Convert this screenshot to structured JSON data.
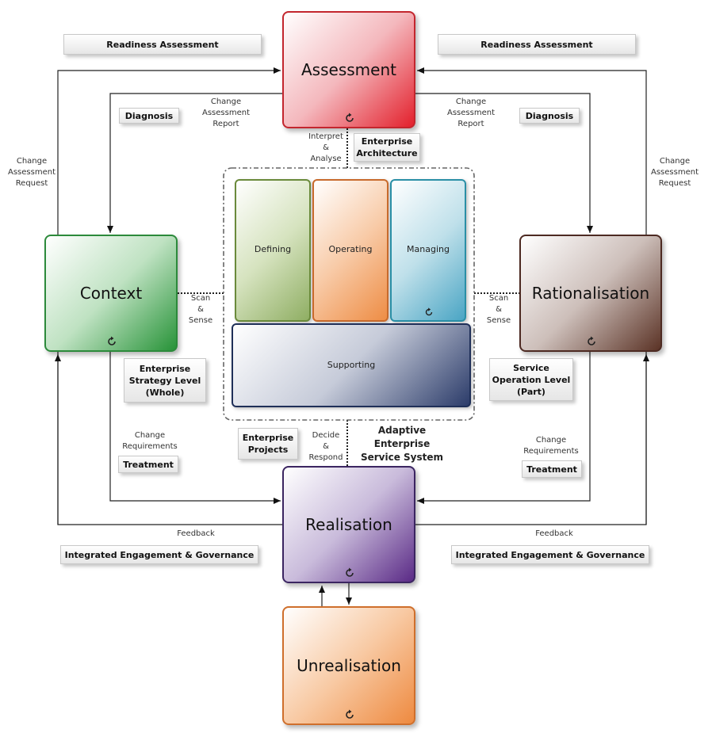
{
  "nodes": {
    "assessment": "Assessment",
    "context": "Context",
    "rationalisation": "Rationalisation",
    "realisation": "Realisation",
    "unrealisation": "Unrealisation"
  },
  "system": {
    "defining": "Defining",
    "operating": "Operating",
    "managing": "Managing",
    "supporting": "Supporting",
    "label_line1": "Adaptive Enterprise",
    "label_line2": "Service System"
  },
  "tags": {
    "readiness_left": "Readiness Assessment",
    "readiness_right": "Readiness Assessment",
    "diagnosis_left": "Diagnosis",
    "diagnosis_right": "Diagnosis",
    "ea_line1": "Enterprise",
    "ea_line2": "Architecture",
    "strategy_line1": "Enterprise",
    "strategy_line2": "Strategy Level",
    "strategy_line3": "(Whole)",
    "service_line1": "Service",
    "service_line2": "Operation Level",
    "service_line3": "(Part)",
    "projects_line1": "Enterprise",
    "projects_line2": "Projects",
    "treatment_left": "Treatment",
    "treatment_right": "Treatment",
    "engagement_left": "Integrated Engagement & Governance",
    "engagement_right": "Integrated Engagement & Governance"
  },
  "notes": {
    "car_left": [
      "Change",
      "Assessment",
      "Report"
    ],
    "car_right": [
      "Change",
      "Assessment",
      "Report"
    ],
    "careq_left": [
      "Change",
      "Assessment",
      "Request"
    ],
    "careq_right": [
      "Change",
      "Assessment",
      "Request"
    ],
    "interpret": [
      "Interpret",
      "&",
      "Analyse"
    ],
    "scan_left": [
      "Scan",
      "&",
      "Sense"
    ],
    "scan_right": [
      "Scan",
      "&",
      "Sense"
    ],
    "decide": [
      "Decide",
      "&",
      "Respond"
    ],
    "chreq_left": [
      "Change",
      "Requirements"
    ],
    "chreq_right": [
      "Change",
      "Requirements"
    ],
    "feedback_left": "Feedback",
    "feedback_right": "Feedback"
  },
  "icons": {
    "cycle": "cycle-arrow-icon"
  }
}
